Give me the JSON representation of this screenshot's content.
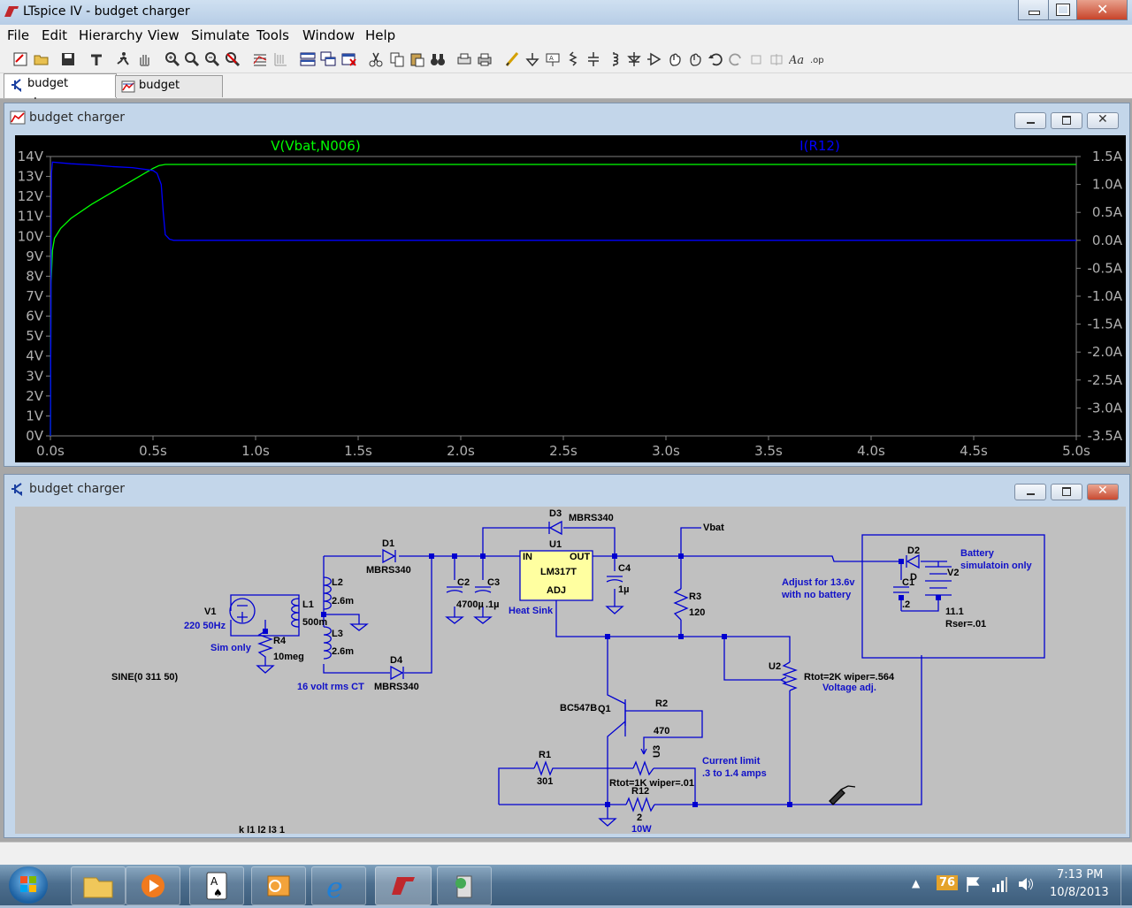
{
  "window": {
    "title": "LTspice IV - budget charger"
  },
  "menu": [
    "File",
    "Edit",
    "Hierarchy",
    "View",
    "Simulate",
    "Tools",
    "Window",
    "Help"
  ],
  "tabs": [
    {
      "label": "budget charger",
      "icon": "schematic-icon",
      "active": true
    },
    {
      "label": "budget charger",
      "icon": "waveform-icon",
      "active": false
    }
  ],
  "plot_window": {
    "title": "budget charger",
    "trace1_label": "V(Vbat,N006)",
    "trace2_label": "I(R12)",
    "trace1_color": "#00ff00",
    "trace2_color": "#0000ff"
  },
  "chart_data": {
    "type": "line",
    "xlabel": "",
    "ylabel": "",
    "x_ticks": [
      "0.0s",
      "0.5s",
      "1.0s",
      "1.5s",
      "2.0s",
      "2.5s",
      "3.0s",
      "3.5s",
      "4.0s",
      "4.5s",
      "5.0s"
    ],
    "y_left_ticks": [
      "14V",
      "13V",
      "12V",
      "11V",
      "10V",
      "9V",
      "8V",
      "7V",
      "6V",
      "5V",
      "4V",
      "3V",
      "2V",
      "1V",
      "0V"
    ],
    "y_right_ticks": [
      "1.5A",
      "1.0A",
      "0.5A",
      "0.0A",
      "-0.5A",
      "-1.0A",
      "-1.5A",
      "-2.0A",
      "-2.5A",
      "-3.0A",
      "-3.5A"
    ],
    "xlim": [
      0,
      5
    ],
    "ylim_left": [
      0,
      14
    ],
    "ylim_right": [
      -3.5,
      1.5
    ],
    "grid": false,
    "series": [
      {
        "name": "V(Vbat,N006)",
        "axis": "left",
        "x": [
          0,
          0.003,
          0.01,
          0.02,
          0.05,
          0.1,
          0.2,
          0.3,
          0.4,
          0.5,
          0.53,
          0.56,
          1.0,
          2.0,
          3.0,
          4.0,
          5.0
        ],
        "y": [
          0,
          7.6,
          9.3,
          9.9,
          10.4,
          10.9,
          11.6,
          12.2,
          12.8,
          13.4,
          13.55,
          13.6,
          13.6,
          13.6,
          13.6,
          13.6,
          13.6
        ]
      },
      {
        "name": "I(R12)",
        "axis": "right",
        "x": [
          0,
          0.005,
          0.01,
          0.1,
          0.2,
          0.3,
          0.4,
          0.5,
          0.52,
          0.54,
          0.55,
          0.56,
          0.58,
          0.6,
          1.0,
          2.0,
          3.0,
          4.0,
          5.0
        ],
        "y": [
          -3.5,
          1.2,
          1.4,
          1.37,
          1.35,
          1.32,
          1.3,
          1.25,
          1.2,
          1.0,
          0.5,
          0.1,
          0.02,
          0.0,
          0.0,
          0.0,
          0.0,
          0.0,
          0.0
        ]
      }
    ]
  },
  "schematic_window": {
    "title": "budget charger",
    "labels": {
      "d3": "D3",
      "d3_part": "MBRS340",
      "u1": "U1",
      "u1_in": "IN",
      "u1_out": "OUT",
      "u1_part": "LM317T",
      "u1_adj": "ADJ",
      "vbat": "Vbat",
      "c4": "C4",
      "c4_val": "1µ",
      "r3": "R3",
      "r3_val": "120",
      "heat_sink": "Heat Sink",
      "d1": "D1",
      "d1_part": "MBRS340",
      "c2": "C2",
      "c2_val": "4700µ",
      "c3": "C3",
      "c3_val": ".1µ",
      "l2": "L2",
      "l2_val": "2.6m",
      "l1": "L1",
      "l1_val": "500m",
      "l3": "L3",
      "l3_val": "2.6m",
      "v1": "V1",
      "v1_val": "220 50Hz",
      "r4": "R4",
      "r4_val": "10meg",
      "sim_only": "Sim only",
      "d4": "D4",
      "d4_part": "MBRS340",
      "ct_note": "16 volt rms CT",
      "sine": "SINE(0 311 50)",
      "adjust_note1": "Adjust for 13.6v",
      "adjust_note2": "with no battery",
      "d2": "D2",
      "v2": "V2",
      "v2_val": "11.1",
      "v2_rser": "Rser=.01",
      "c1": "C1",
      "c1_val": ".2",
      "d_label": "D",
      "battery1": "Battery",
      "battery2": "simulatoin only",
      "u2": "U2",
      "u2_val": "Rtot=2K wiper=.564",
      "u2_note": "Voltage adj.",
      "q1": "Q1",
      "q1_part": "BC547B",
      "r2": "R2",
      "r2_val": "470",
      "r1": "R1",
      "r1_val": "301",
      "u3": "U3",
      "u3_val": "Rtot=1K wiper=.01",
      "r12": "R12",
      "r12_val": "2",
      "r12_pw": "10W",
      "current1": "Current limit",
      "current2": ".3 to 1.4 amps",
      "spice": "k l1 l2 l3 1"
    }
  },
  "taskbar": {
    "clock_time": "7:13 PM",
    "clock_date": "10/8/2013",
    "tray_badge": "76"
  }
}
